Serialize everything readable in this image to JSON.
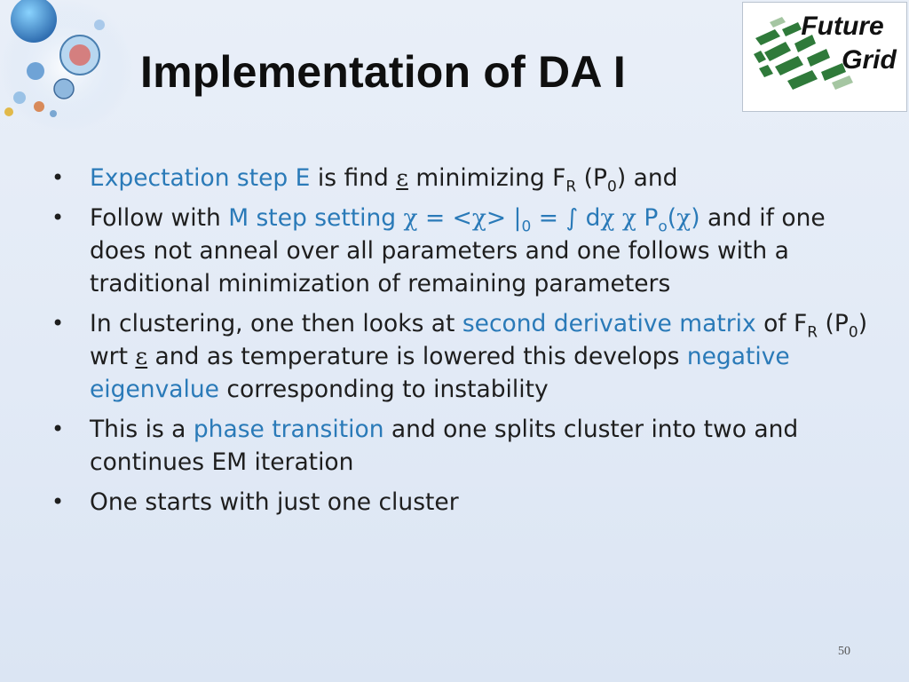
{
  "title": "Implementation of DA I",
  "logo": {
    "line1": "Future",
    "line2": "Grid"
  },
  "page_number": "50",
  "bullets": {
    "b1": {
      "blue1": "Expectation step E",
      "t1": " is find ",
      "eps": "ε",
      "t2": " minimizing F",
      "sub1": "R",
      "t3": " (P",
      "sub2": "0",
      "t4": ") and"
    },
    "b2": {
      "t1": "Follow with ",
      "blue1": "M step setting ",
      "chi1": "χ",
      "blue2": " = <",
      "chi2": "χ",
      "blue3": "> |",
      "sub1": "0",
      "blue4": " = ∫ d",
      "chi3": "χ",
      "blue5": " ",
      "chi4": "χ",
      "blue6": " P",
      "sub2": "o",
      "blue7": "(",
      "chi5": "χ",
      "blue8": ")",
      "t2": " and if one does not anneal over all parameters and one follows with a traditional minimization of remaining parameters"
    },
    "b3": {
      "t1": "In clustering, one then looks at ",
      "blue1": "second derivative matrix",
      "t2": " of F",
      "sub1": "R",
      "t3": " (P",
      "sub2": "0",
      "t4": ") wrt  ",
      "eps": "ε",
      "t5": " and as temperature is lowered this develops ",
      "blue2": "negative eigenvalue",
      "t6": " corresponding to instability"
    },
    "b4": {
      "t1": "This is a ",
      "blue1": "phase transition",
      "t2": " and one splits cluster  into two and continues EM iteration"
    },
    "b5": {
      "t1": "One starts with just one cluster"
    }
  }
}
